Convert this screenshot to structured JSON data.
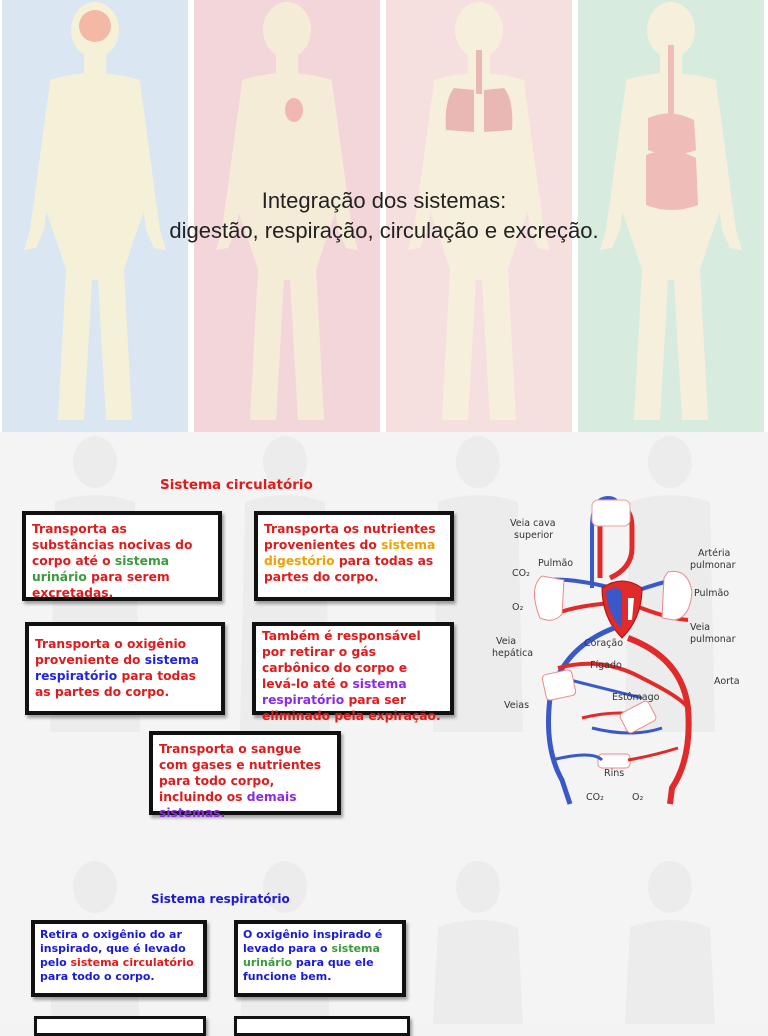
{
  "slide1": {
    "title_line1": "Integração dos sistemas:",
    "title_line2": "digestão, respiração, circulação e excreção.",
    "panel_colors": [
      "#dbe6f3",
      "#f3d6d9",
      "#f6dfdf",
      "#d7ecdf"
    ]
  },
  "circulatory": {
    "heading": "Sistema circulatório",
    "card1": {
      "a": "Transporta as substâncias nocivas do corpo até o ",
      "b": "sistema urinário",
      "c": " para serem excretadas."
    },
    "card2": {
      "a": "Transporta os nutrientes provenientes do ",
      "b": "sistema digestório",
      "c": " para todas as partes do corpo."
    },
    "card3": {
      "a": "Transporta o oxigênio proveniente do ",
      "b": "sistema respiratório",
      "c": " para todas as partes do corpo."
    },
    "card4": {
      "a": "Também é responsável por retirar o gás carbônico do corpo e levá-lo até o ",
      "b": "sistema respiratório",
      "c": " para ser eliminado pela expiração."
    },
    "card5": {
      "a": "Transporta o sangue com gases e nutrientes para todo corpo, incluindo os ",
      "b": "demais sistemas."
    }
  },
  "diagram": {
    "veia_cava": "Veia cava",
    "superior": "superior",
    "pulmao_left": "Pulmão",
    "pulmao_right": "Pulmão",
    "co2": "CO₂",
    "o2": "O₂",
    "arteria": "Artéria",
    "pulmonar_a": "pulmonar",
    "veia": "Veia",
    "pulmonar_v": "pulmonar",
    "veia_h": "Veia",
    "hepatica": "hepática",
    "coracao": "Coração",
    "figado": "Fígado",
    "aorta": "Aorta",
    "estomago": "Estômago",
    "veias": "Veias",
    "rins": "Rins",
    "co2_bottom": "CO₂",
    "o2_bottom": "O₂"
  },
  "respiratory": {
    "heading": "Sistema respiratório",
    "card1": {
      "a": "Retira o oxigênio do ar inspirado, que é levado pelo ",
      "b": "sistema circulatório",
      "c": " para todo o corpo."
    },
    "card2": {
      "a": "O oxigênio inspirado é levado para o ",
      "b": "sistema urinário",
      "c": " para que ele funcione bem."
    }
  }
}
